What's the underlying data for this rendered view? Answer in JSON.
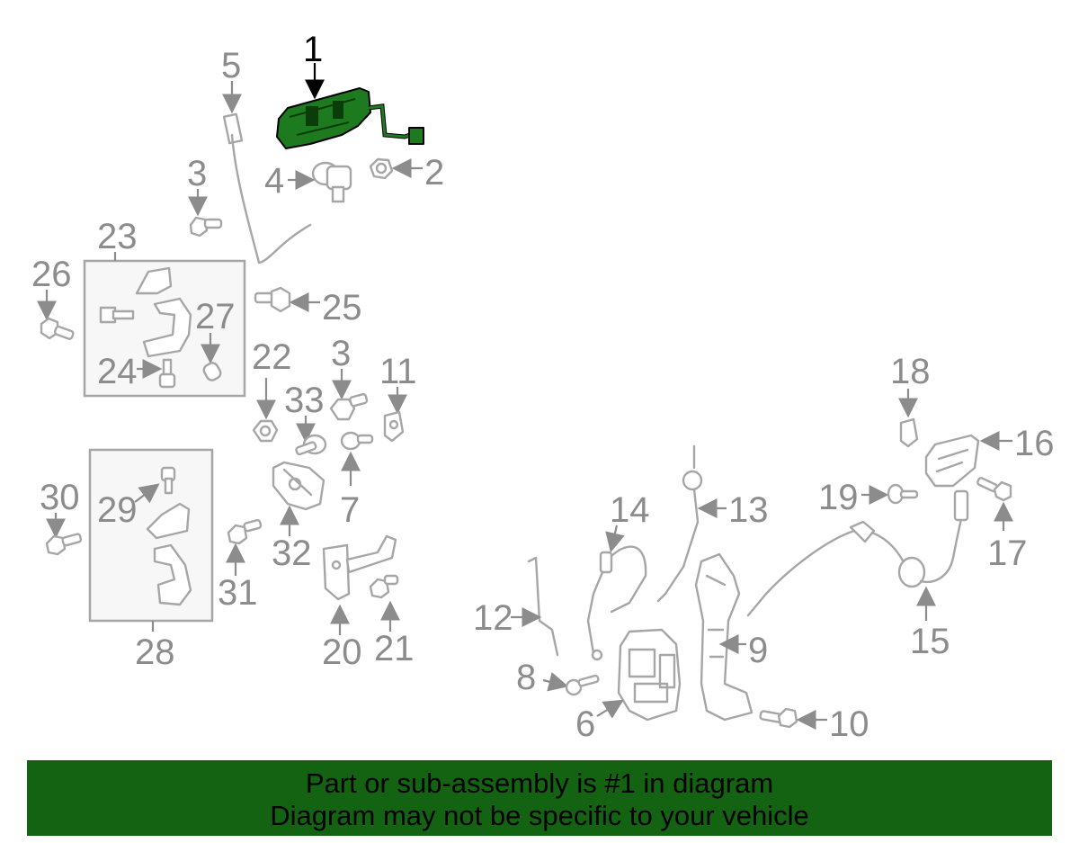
{
  "diagram": {
    "highlight_color": "#1e7a1e",
    "highlighted_part": "1",
    "callouts": [
      "1",
      "2",
      "3",
      "4",
      "5",
      "23",
      "26",
      "27",
      "24",
      "25",
      "22",
      "3",
      "33",
      "11",
      "7",
      "30",
      "29",
      "28",
      "31",
      "32",
      "20",
      "21",
      "18",
      "16",
      "19",
      "17",
      "13",
      "14",
      "12",
      "15",
      "9",
      "8",
      "6",
      "10"
    ]
  },
  "banner": {
    "line1": "Part or sub-assembly is #1 in diagram",
    "line2": "Diagram may not be specific to your vehicle",
    "background": "#136313"
  }
}
